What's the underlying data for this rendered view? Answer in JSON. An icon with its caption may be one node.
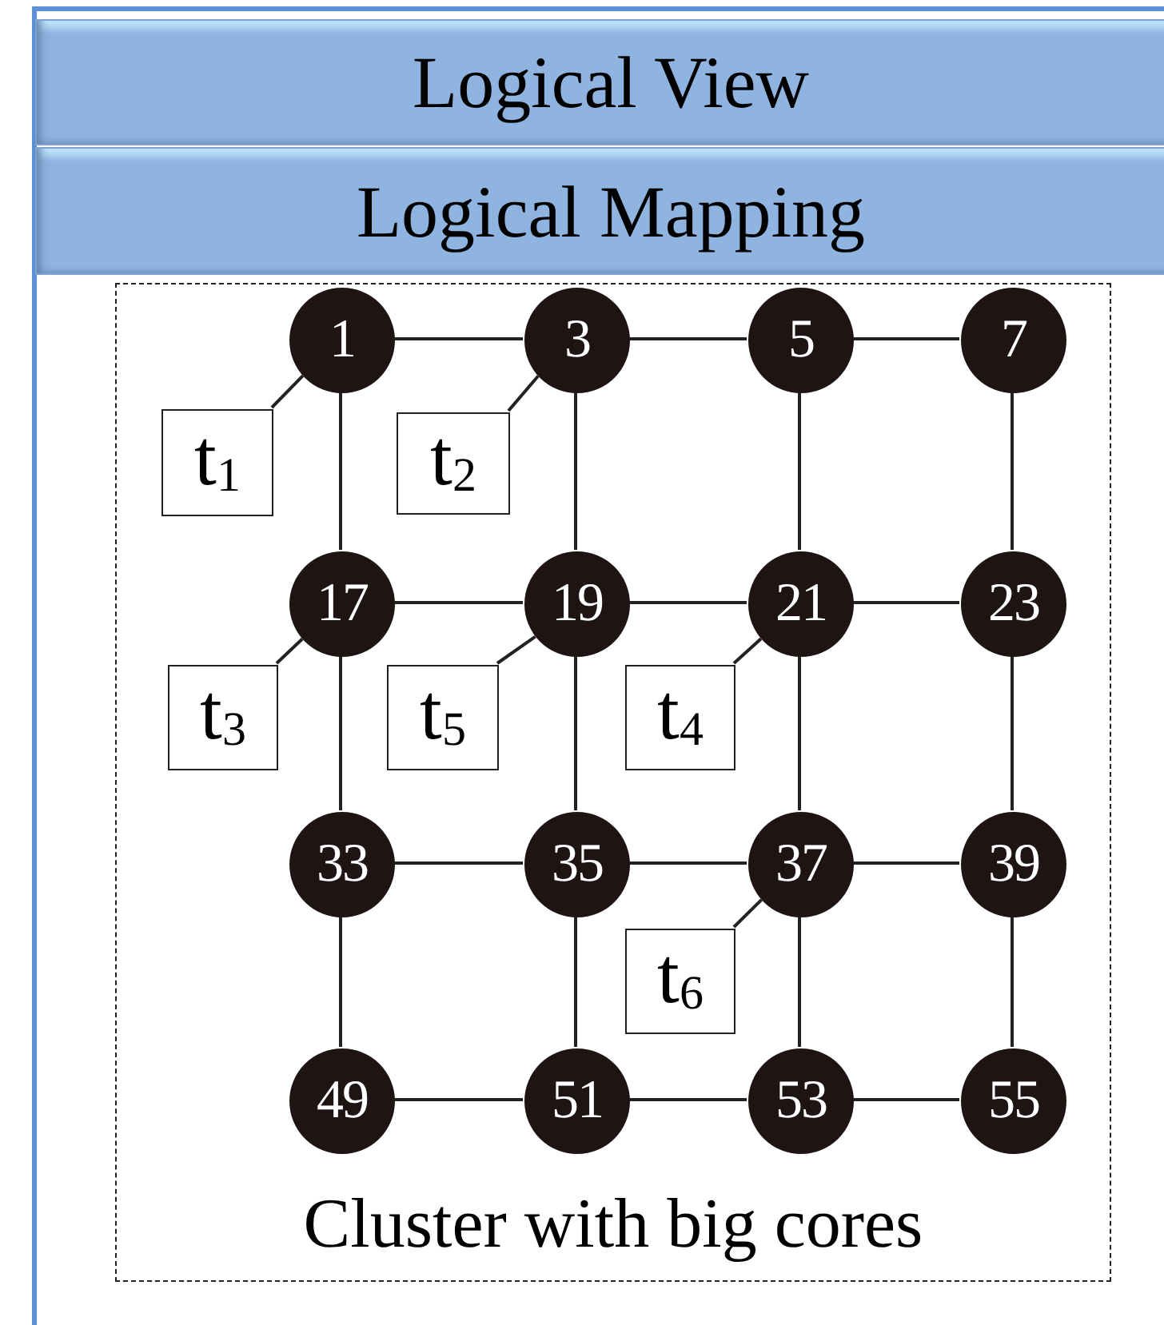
{
  "diagram": {
    "nodes": [
      {
        "text": [
          "Logical View"
        ]
      },
      {
        "text": [
          "Logical Mapping"
        ]
      },
      {
        "text": [
          "Cluster with big cores"
        ]
      },
      {
        "text": [
          "1"
        ],
        "in": 2
      },
      {
        "text": [
          "3"
        ],
        "in": 2
      },
      {
        "text": [
          "5"
        ],
        "in": 2
      },
      {
        "text": [
          "7"
        ],
        "in": 2
      },
      {
        "text": [
          "17"
        ],
        "in": 2
      },
      {
        "text": [
          "19"
        ],
        "in": 2
      },
      {
        "text": [
          "21"
        ],
        "in": 2
      },
      {
        "text": [
          "23"
        ],
        "in": 2
      },
      {
        "text": [
          "33"
        ],
        "in": 2
      },
      {
        "text": [
          "35"
        ],
        "in": 2
      },
      {
        "text": [
          "37"
        ],
        "in": 2
      },
      {
        "text": [
          "39"
        ],
        "in": 2
      },
      {
        "text": [
          "49"
        ],
        "in": 2
      },
      {
        "text": [
          "51"
        ],
        "in": 2
      },
      {
        "text": [
          "53"
        ],
        "in": 2
      },
      {
        "text": [
          "55"
        ],
        "in": 2
      },
      {
        "text": [
          "t$_{1}$"
        ],
        "in": 2
      },
      {
        "text": [
          "t$_{2}$"
        ],
        "in": 2
      },
      {
        "text": [
          "t$_{3}$"
        ],
        "in": 2
      },
      {
        "text": [
          "t$_{5}$"
        ],
        "in": 2
      },
      {
        "text": [
          "t$_{4}$"
        ],
        "in": 2
      },
      {
        "text": [
          "t$_{6}$"
        ],
        "in": 2
      }
    ],
    "edges": [
      {
        "from": 3,
        "to": 4,
        "arrow": "none"
      },
      {
        "from": 4,
        "to": 5,
        "arrow": "none"
      },
      {
        "from": 5,
        "to": 6,
        "arrow": "none"
      },
      {
        "from": 3,
        "to": 7,
        "arrow": "none"
      },
      {
        "from": 4,
        "to": 8,
        "arrow": "none"
      },
      {
        "from": 5,
        "to": 9,
        "arrow": "none"
      },
      {
        "from": 6,
        "to": 10,
        "arrow": "none"
      },
      {
        "from": 7,
        "to": 8,
        "arrow": "none"
      },
      {
        "from": 8,
        "to": 9,
        "arrow": "none"
      },
      {
        "from": 9,
        "to": 10,
        "arrow": "none"
      },
      {
        "from": 7,
        "to": 11,
        "arrow": "none"
      },
      {
        "from": 8,
        "to": 12,
        "arrow": "none"
      },
      {
        "from": 9,
        "to": 13,
        "arrow": "none"
      },
      {
        "from": 10,
        "to": 14,
        "arrow": "none"
      },
      {
        "from": 11,
        "to": 12,
        "arrow": "none"
      },
      {
        "from": 12,
        "to": 13,
        "arrow": "none"
      },
      {
        "from": 13,
        "to": 14,
        "arrow": "none"
      },
      {
        "from": 11,
        "to": 15,
        "arrow": "none"
      },
      {
        "from": 12,
        "to": 16,
        "arrow": "none"
      },
      {
        "from": 13,
        "to": 17,
        "arrow": "none"
      },
      {
        "from": 14,
        "to": 18,
        "arrow": "none"
      },
      {
        "from": 15,
        "to": 16,
        "arrow": "none"
      },
      {
        "from": 16,
        "to": 17,
        "arrow": "none"
      },
      {
        "from": 17,
        "to": 18,
        "arrow": "none"
      },
      {
        "from": 19,
        "to": 3,
        "arrow": "none"
      },
      {
        "from": 20,
        "to": 4,
        "arrow": "none"
      },
      {
        "from": 21,
        "to": 7,
        "arrow": "none"
      },
      {
        "from": 22,
        "to": 8,
        "arrow": "none"
      },
      {
        "from": 23,
        "to": 9,
        "arrow": "none"
      },
      {
        "from": 24,
        "to": 13,
        "arrow": "none"
      }
    ]
  }
}
